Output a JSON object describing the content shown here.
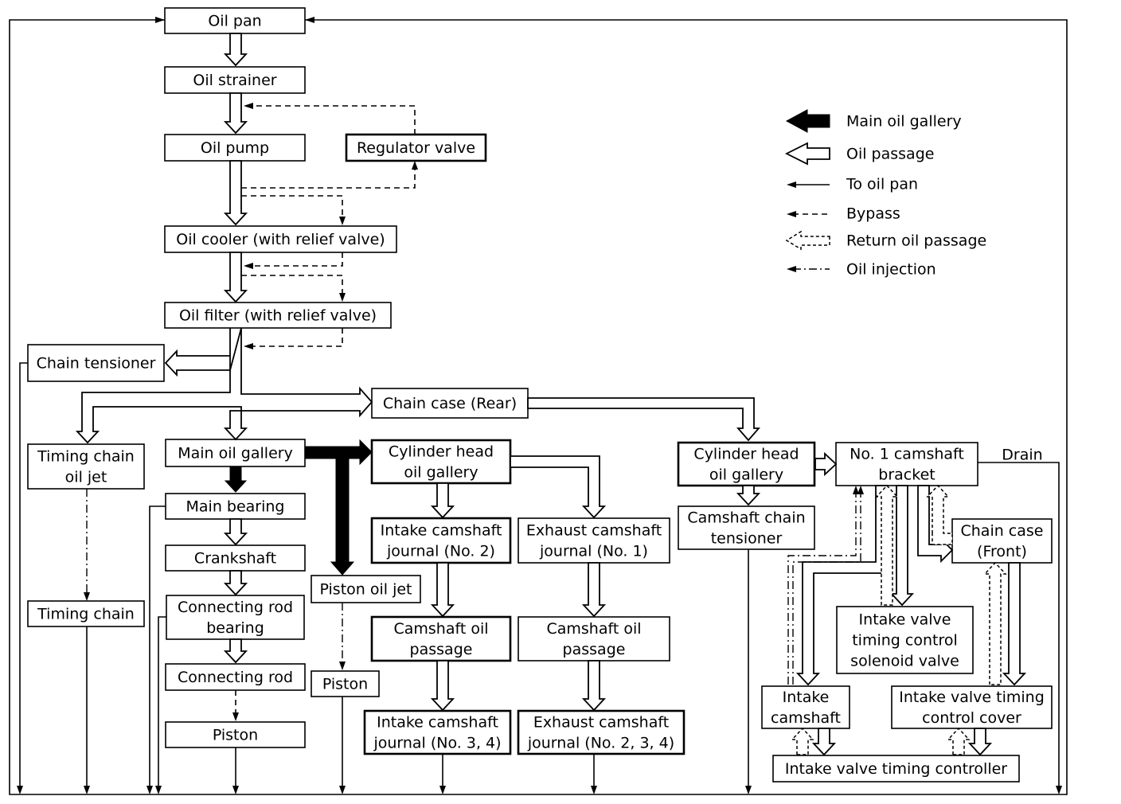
{
  "nodes": {
    "oil_pan": "Oil pan",
    "oil_strainer": "Oil strainer",
    "oil_pump": "Oil pump",
    "regulator_valve": "Regulator valve",
    "oil_cooler": "Oil cooler (with relief valve)",
    "oil_filter": "Oil filter (with relief valve)",
    "chain_tensioner": "Chain tensioner",
    "chain_case_rear": "Chain case (Rear)",
    "timing_chain_oil_jet": [
      "Timing chain",
      "oil jet"
    ],
    "main_oil_gallery": "Main oil gallery",
    "main_bearing": "Main bearing",
    "crankshaft": "Crankshaft",
    "connecting_rod_bearing": [
      "Connecting rod",
      "bearing"
    ],
    "connecting_rod": "Connecting rod",
    "piston_left": "Piston",
    "timing_chain": "Timing chain",
    "piston_oil_jet": "Piston oil jet",
    "piston_right": "Piston",
    "cyl_head_gallery_left": [
      "Cylinder head",
      "oil gallery"
    ],
    "intake_cam_journal_2": [
      "Intake camshaft",
      "journal (No. 2)"
    ],
    "exhaust_cam_journal_1": [
      "Exhaust camshaft",
      "journal (No. 1)"
    ],
    "cam_oil_passage_left": [
      "Camshaft oil",
      "passage"
    ],
    "cam_oil_passage_right": [
      "Camshaft oil",
      "passage"
    ],
    "intake_cam_journal_34": [
      "Intake camshaft",
      "journal (No. 3, 4)"
    ],
    "exhaust_cam_journal_234": [
      "Exhaust camshaft",
      "journal (No. 2, 3, 4)"
    ],
    "cyl_head_gallery_right": [
      "Cylinder head",
      "oil gallery"
    ],
    "camshaft_chain_tensioner": [
      "Camshaft chain",
      "tensioner"
    ],
    "no1_camshaft_bracket": [
      "No. 1 camshaft",
      "bracket"
    ],
    "chain_case_front": [
      "Chain case",
      "(Front)"
    ],
    "ivtc_solenoid_valve": [
      "Intake valve",
      "timing control",
      "solenoid valve"
    ],
    "intake_camshaft": [
      "Intake",
      "camshaft"
    ],
    "ivtc_cover": [
      "Intake valve timing",
      "control cover"
    ],
    "ivt_controller": "Intake valve timing controller"
  },
  "drain_label": "Drain",
  "legend": [
    {
      "symbol": "main-oil-gallery",
      "label": "Main oil gallery"
    },
    {
      "symbol": "oil-passage",
      "label": "Oil passage"
    },
    {
      "symbol": "to-oil-pan",
      "label": "To oil pan"
    },
    {
      "symbol": "bypass",
      "label": "Bypass"
    },
    {
      "symbol": "return-oil-passage",
      "label": "Return oil passage"
    },
    {
      "symbol": "oil-injection",
      "label": "Oil injection"
    }
  ]
}
